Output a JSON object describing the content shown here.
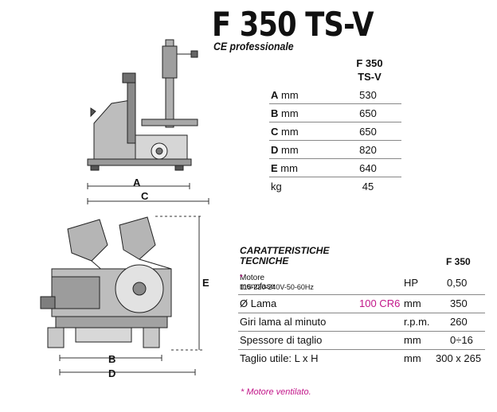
{
  "title": "F 350 TS-V",
  "subtitle": "CE professionale",
  "dimensions": {
    "header_line1": "F 350",
    "header_line2": "TS-V",
    "rows": [
      {
        "letter": "A",
        "unit": "mm",
        "value": "530"
      },
      {
        "letter": "B",
        "unit": "mm",
        "value": "650"
      },
      {
        "letter": "C",
        "unit": "mm",
        "value": "650"
      },
      {
        "letter": "D",
        "unit": "mm",
        "value": "820"
      },
      {
        "letter": "E",
        "unit": "mm",
        "value": "640"
      },
      {
        "letter": "",
        "unit": "kg",
        "value": "45"
      }
    ]
  },
  "drawing_labels": {
    "a": "A",
    "b": "B",
    "c": "C",
    "d": "D",
    "e": "E"
  },
  "specs": {
    "heading_line1": "CARATTERISTICHE",
    "heading_line2": "TECNICHE",
    "column": "F 350",
    "motor_label": "Motore monofase",
    "motor_star": "*",
    "motor_voltage": "115-220-240V-50-60Hz",
    "motor_unit": "HP",
    "motor_value": "0,50",
    "blade_label": "Ø Lama",
    "blade_material": "100 CR6",
    "blade_unit": "mm",
    "blade_value": "350",
    "rpm_label": "Giri lama al minuto",
    "rpm_unit": "r.p.m.",
    "rpm_value": "260",
    "thick_label": "Spessore di taglio",
    "thick_unit": "mm",
    "thick_value": "0÷16",
    "cut_label": "Taglio utile: L x H",
    "cut_unit": "mm",
    "cut_value": "300 x 265"
  },
  "footnote": "* Motore ventilato.",
  "colors": {
    "accent": "#c2188a",
    "ink": "#111111"
  }
}
